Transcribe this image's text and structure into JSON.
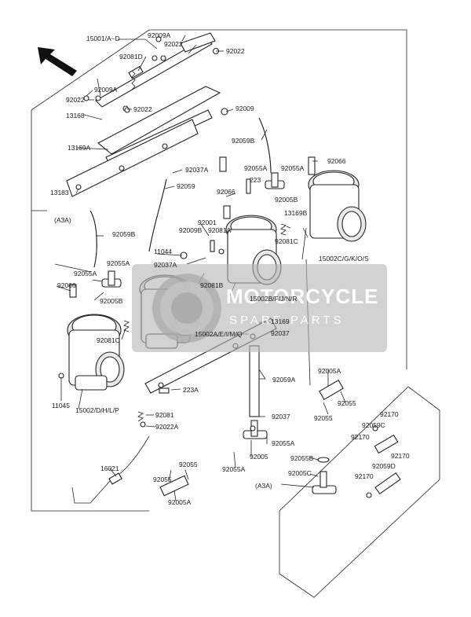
{
  "watermark": {
    "line1": "MOTORCYCLE",
    "line2": "SPARE PARTS"
  },
  "parts": [
    {
      "id": "p15001",
      "text": "15001/A~D"
    },
    {
      "id": "p92009A_t",
      "text": "92009A"
    },
    {
      "id": "p92022_t1",
      "text": "92022"
    },
    {
      "id": "p92022_t2",
      "text": "92022"
    },
    {
      "id": "p92081D",
      "text": "92081D"
    },
    {
      "id": "p92009A_l",
      "text": "92009A"
    },
    {
      "id": "p92022_l",
      "text": "92022"
    },
    {
      "id": "p92022_m",
      "text": "92022"
    },
    {
      "id": "p13168",
      "text": "13168"
    },
    {
      "id": "p92009",
      "text": "92009"
    },
    {
      "id": "p92059B_t",
      "text": "92059B"
    },
    {
      "id": "p13169A",
      "text": "13169A"
    },
    {
      "id": "p92066_r",
      "text": "92066"
    },
    {
      "id": "p92055A_r1",
      "text": "92055A"
    },
    {
      "id": "p92055A_r2",
      "text": "92055A"
    },
    {
      "id": "p92037A_t",
      "text": "92037A"
    },
    {
      "id": "p13183",
      "text": "13183"
    },
    {
      "id": "pA3A_l",
      "text": "(A3A)"
    },
    {
      "id": "p92059_m",
      "text": "92059"
    },
    {
      "id": "p223",
      "text": "223"
    },
    {
      "id": "p92005B_r",
      "text": "92005B"
    },
    {
      "id": "p92066_m",
      "text": "92066"
    },
    {
      "id": "p13169B",
      "text": "13169B"
    },
    {
      "id": "p92001",
      "text": "92001"
    },
    {
      "id": "p92009B",
      "text": "92009B"
    },
    {
      "id": "p92081A",
      "text": "92081A"
    },
    {
      "id": "p92059B_l",
      "text": "92059B"
    },
    {
      "id": "p11044",
      "text": "11044"
    },
    {
      "id": "p92081C_r",
      "text": "92081C"
    },
    {
      "id": "p15002C",
      "text": "15002C/G/K/O/S"
    },
    {
      "id": "p92055A_l",
      "text": "92055A"
    },
    {
      "id": "p92037A_m",
      "text": "92037A"
    },
    {
      "id": "p92055A_l2",
      "text": "92055A"
    },
    {
      "id": "p92066_l",
      "text": "92066"
    },
    {
      "id": "p92005B_l",
      "text": "92005B"
    },
    {
      "id": "p92081B",
      "text": "92081B"
    },
    {
      "id": "p15002B",
      "text": "15002B/F/J/N/R"
    },
    {
      "id": "p13169",
      "text": "13169"
    },
    {
      "id": "p92081C_l",
      "text": "92081C"
    },
    {
      "id": "p15002A",
      "text": "15002A/E/I/M/Q"
    },
    {
      "id": "p92037_m",
      "text": "92037"
    },
    {
      "id": "p92059A",
      "text": "92059A"
    },
    {
      "id": "p11045",
      "text": "11045"
    },
    {
      "id": "p15002D",
      "text": "15002/D/H/L/P"
    },
    {
      "id": "p223A",
      "text": "223A"
    },
    {
      "id": "p92005A_r",
      "text": "92005A"
    },
    {
      "id": "p92055_r1",
      "text": "92055"
    },
    {
      "id": "p92055_r2",
      "text": "92055"
    },
    {
      "id": "p92081_b",
      "text": "92081"
    },
    {
      "id": "p92022A",
      "text": "92022A"
    },
    {
      "id": "p92037_b",
      "text": "92037"
    },
    {
      "id": "p92170_1",
      "text": "92170"
    },
    {
      "id": "p92059C",
      "text": "92059C"
    },
    {
      "id": "p92170_2",
      "text": "92170"
    },
    {
      "id": "p92055A_b",
      "text": "92055A"
    },
    {
      "id": "p92005_b",
      "text": "92005"
    },
    {
      "id": "p16021",
      "text": "16021"
    },
    {
      "id": "p92055_b1",
      "text": "92055"
    },
    {
      "id": "p92055_b2",
      "text": "92055"
    },
    {
      "id": "p92055A_b2",
      "text": "92055A"
    },
    {
      "id": "p92055B",
      "text": "92055B"
    },
    {
      "id": "p92170_3",
      "text": "92170"
    },
    {
      "id": "p92059D",
      "text": "92059D"
    },
    {
      "id": "p92005C",
      "text": "92005C"
    },
    {
      "id": "pA3A_r",
      "text": "(A3A)"
    },
    {
      "id": "p92170_4",
      "text": "92170"
    },
    {
      "id": "p92005A_b",
      "text": "92005A"
    }
  ]
}
